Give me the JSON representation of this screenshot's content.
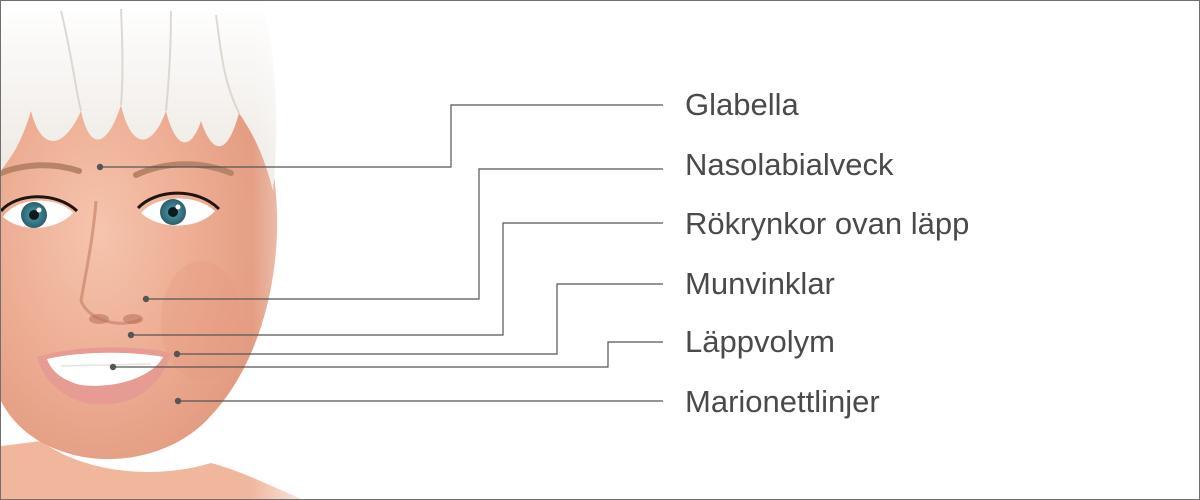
{
  "figure": {
    "photo_subject": "Smiling woman with short platinum-blonde hair and fringe",
    "callouts": [
      {
        "label": "Glabella"
      },
      {
        "label": "Nasolabialveck"
      },
      {
        "label": "Rökrynkor ovan läpp"
      },
      {
        "label": "Munvinklar"
      },
      {
        "label": "Läppvolym"
      },
      {
        "label": "Marionettlinjer"
      }
    ],
    "colors": {
      "label_text": "#4a4a4a",
      "leader_line": "#555555",
      "frame": "#6f6f6f",
      "background": "#ffffff"
    }
  }
}
